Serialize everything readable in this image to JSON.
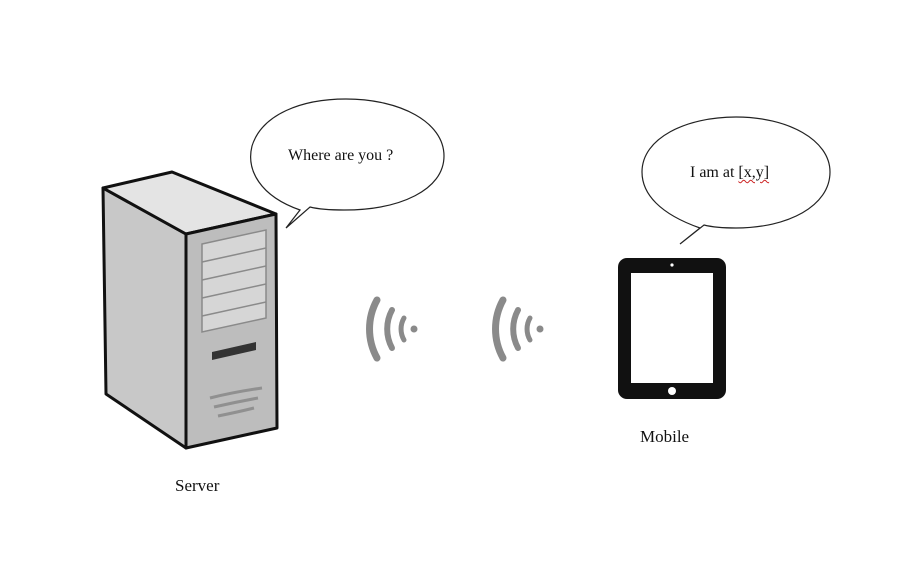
{
  "server": {
    "label": "Server",
    "speech": "Where are you ?"
  },
  "mobile": {
    "label": "Mobile",
    "speech_prefix": "I am at ",
    "speech_coord": "[x,y]"
  },
  "colors": {
    "signal": "#8a8a8a",
    "tower_body": "#cfcfcf",
    "tower_front": "#bdbdbd",
    "tower_top": "#e6e6e6",
    "outline": "#111111",
    "tablet": "#111111"
  },
  "icons": [
    "server-tower-icon",
    "wifi-signal-icon",
    "tablet-icon",
    "speech-bubble"
  ]
}
